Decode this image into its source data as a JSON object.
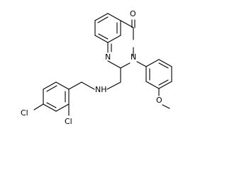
{
  "molecule": {
    "style": {
      "bond_color": "#000000",
      "background": "#ffffff"
    },
    "atoms": [
      {
        "id": "o-carbonyl",
        "label": "O"
      },
      {
        "id": "n-ring-1",
        "label": "N"
      },
      {
        "id": "n-ring-3",
        "label": "N"
      },
      {
        "id": "o-methoxy",
        "label": "O"
      },
      {
        "id": "n-amine",
        "label": "NH"
      },
      {
        "id": "cl-ortho",
        "label": "Cl"
      },
      {
        "id": "cl-para",
        "label": "Cl"
      }
    ]
  }
}
